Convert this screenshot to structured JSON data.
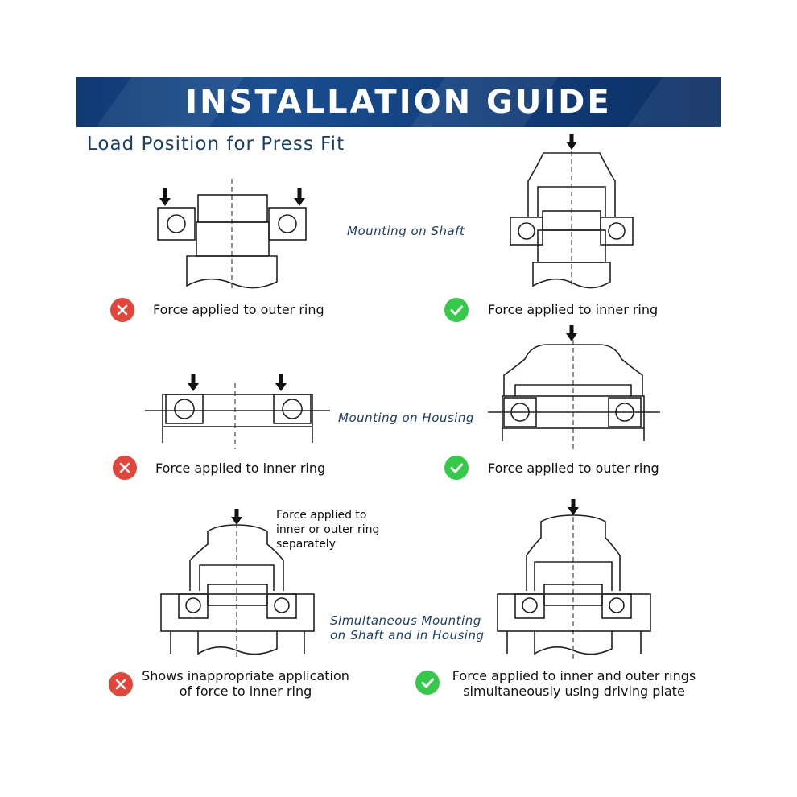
{
  "banner": {
    "title": "INSTALLATION GUIDE"
  },
  "subtitle": "Load Position for Press Fit",
  "sections": {
    "shaft": "Mounting on Shaft",
    "housing": "Mounting on Housing",
    "simultaneous_line1": "Simultaneous Mounting",
    "simultaneous_line2": "on Shaft and in Housing"
  },
  "captions": {
    "shaft_wrong": "Force applied to outer ring",
    "shaft_right": "Force applied to inner ring",
    "housing_wrong": "Force applied to inner ring",
    "housing_right": "Force applied to outer ring",
    "sim_wrong_line1": "Shows inappropriate application",
    "sim_wrong_line2": "of force to inner ring",
    "sim_right_line1": "Force applied to inner and outer rings",
    "sim_right_line2": "simultaneously using driving plate"
  },
  "note": {
    "line1": "Force applied to",
    "line2": "inner or outer ring",
    "line3": "separately"
  },
  "icons": {
    "wrong": "cross-icon",
    "right": "check-icon",
    "wrong_color": "#e2463a",
    "right_color": "#35c94a"
  },
  "colors": {
    "banner": "#15447f",
    "heading": "#1b3f6b"
  }
}
